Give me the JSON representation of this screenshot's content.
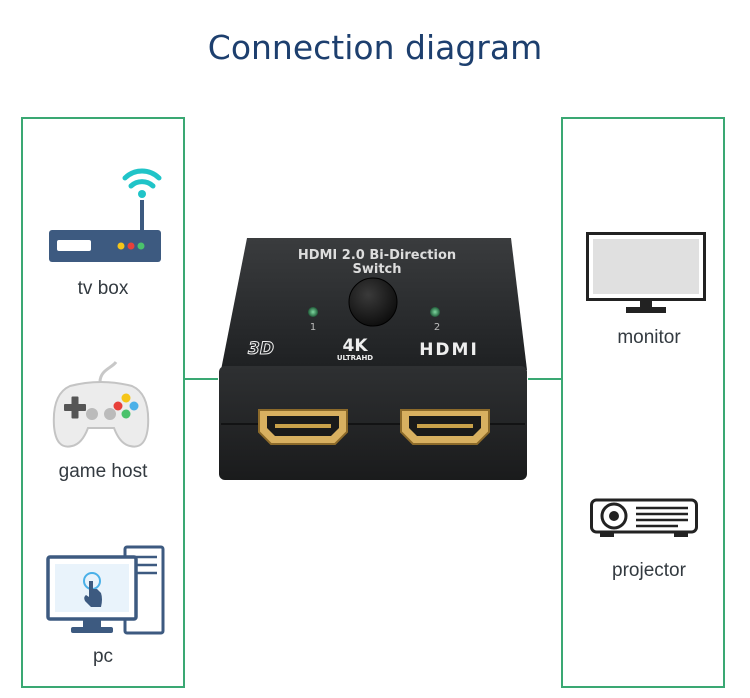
{
  "title": "Connection diagram",
  "colors": {
    "frame": "#3aa873",
    "title": "#1d3f6e",
    "icon_blue": "#3d5a80",
    "device_body": "#2a2c2e",
    "hdmi_gold": "#c9a14a"
  },
  "left_devices": [
    {
      "label": "tv box",
      "icon": "router-icon"
    },
    {
      "label": "game host",
      "icon": "gamepad-icon"
    },
    {
      "label": "pc",
      "icon": "computer-icon"
    }
  ],
  "right_devices": [
    {
      "label": "monitor",
      "icon": "monitor-icon"
    },
    {
      "label": "projector",
      "icon": "projector-icon"
    }
  ],
  "switch": {
    "line1": "HDMI 2.0 Bi-Direction",
    "line2": "Switch",
    "port1": "1",
    "port2": "2",
    "logo_3d": "3D",
    "logo_4k": "4K",
    "logo_4k_sub": "ULTRAHD",
    "logo_hdmi": "HDMI"
  }
}
